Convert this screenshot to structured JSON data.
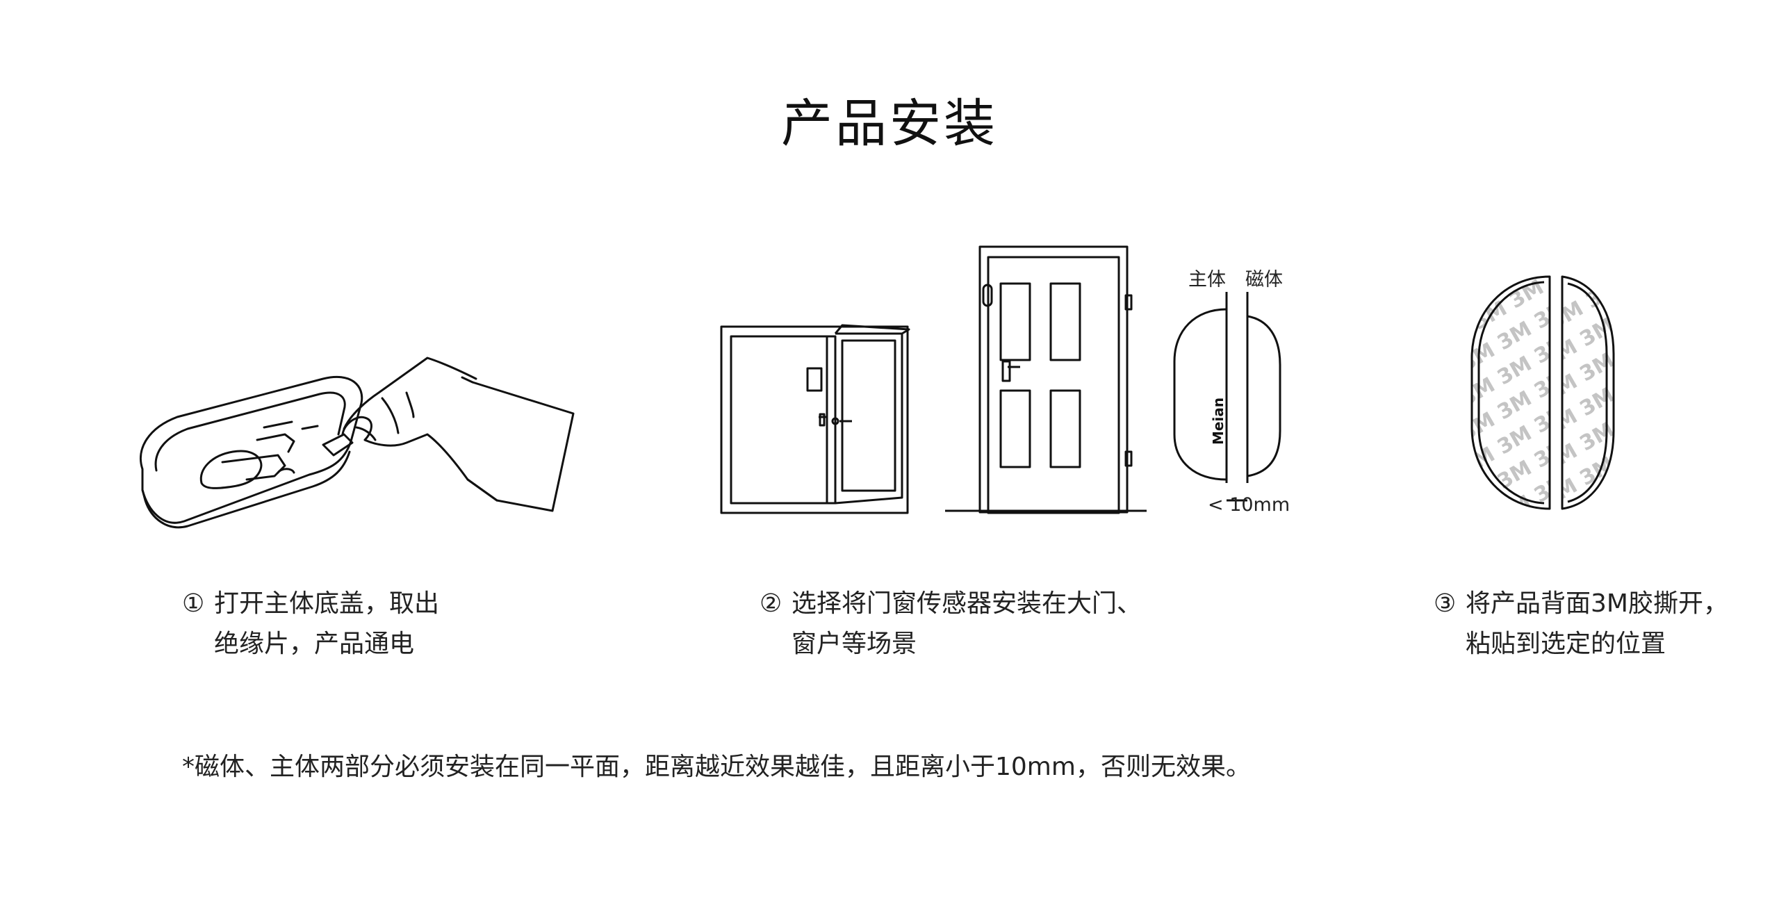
{
  "title": "产品安装",
  "labels": {
    "main_body": "主体",
    "magnet": "磁体",
    "distance": "< 10mm",
    "brand": "Meian",
    "tape": "3M"
  },
  "steps": [
    {
      "number": "①",
      "line1": "打开主体底盖，取出",
      "line2": "绝缘片，产品通电",
      "icon": "hand-opening-cover-icon"
    },
    {
      "number": "②",
      "line1": "选择将门窗传感器安装在大门、",
      "line2": "窗户等场景",
      "icon": "window-door-sensor-icon"
    },
    {
      "number": "③",
      "line1": "将产品背面3M胶撕开，",
      "line2": "粘贴到选定的位置",
      "icon": "3m-tape-icon"
    }
  ],
  "footnote": "*磁体、主体两部分必须安装在同一平面，距离越近效果越佳，且距离小于10mm，否则无效果。",
  "colors": {
    "line": "#111111",
    "text": "#222222",
    "tape_text": "#bbbbbb",
    "background": "#ffffff"
  }
}
